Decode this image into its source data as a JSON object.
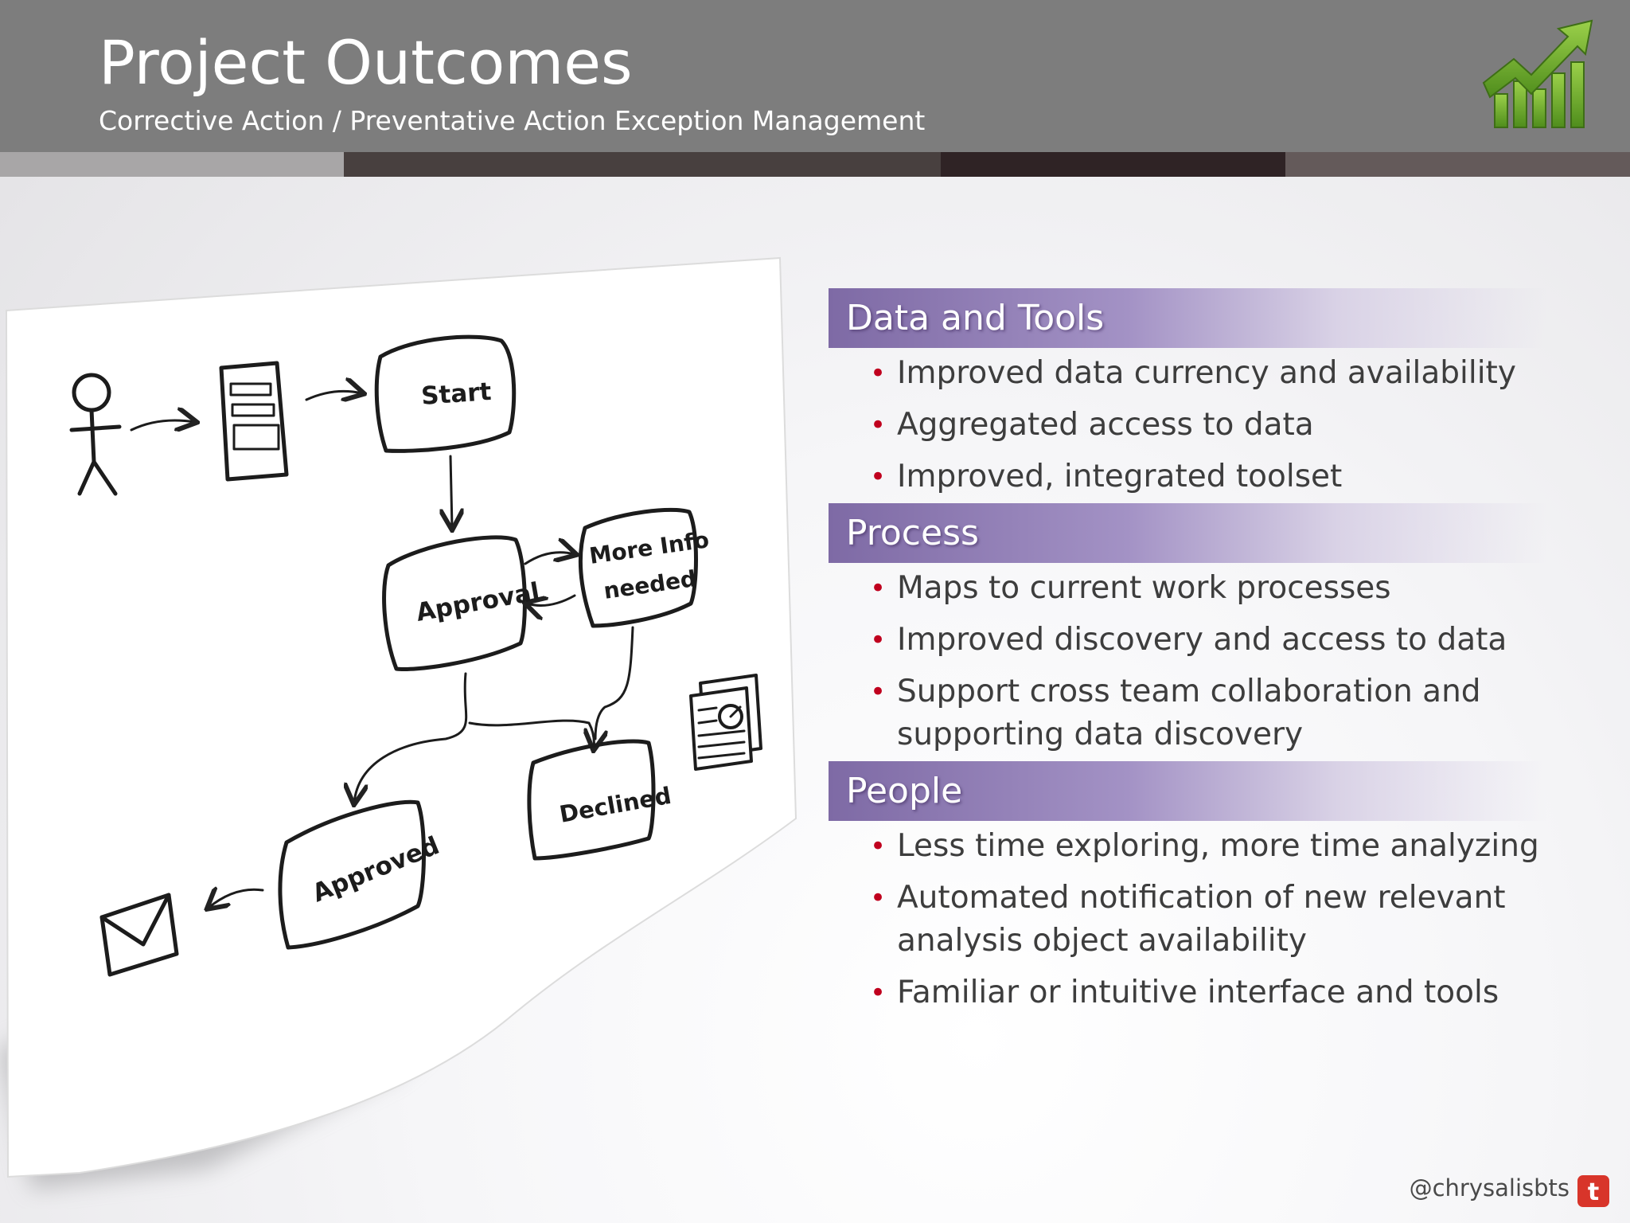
{
  "header": {
    "title": "Project Outcomes",
    "subtitle": "Corrective Action / Preventative Action Exception Management"
  },
  "colors": {
    "header_bg": "#7d7d7d",
    "stripe": [
      "#a8a6a7",
      "#48403f",
      "#2f2325",
      "#645a5a"
    ],
    "section_accent": "#7e6aa5",
    "bullet": "#c0001e",
    "logo_green": "#6fae2e"
  },
  "logo": {
    "icon": "growth-chart-arrow-icon"
  },
  "sketch": {
    "icons": [
      "stick-figure-icon",
      "form-icon",
      "document-chart-icon",
      "envelope-icon"
    ],
    "nodes": {
      "start": "Start",
      "approval": "Approval",
      "more_info_1": "More Info",
      "more_info_2": "needed",
      "declined": "Declined",
      "approved": "Approved"
    }
  },
  "sections": [
    {
      "heading": "Data and Tools",
      "items": [
        "Improved data currency and availability",
        "Aggregated access to data",
        "Improved, integrated toolset"
      ]
    },
    {
      "heading": "Process",
      "items": [
        "Maps to current work processes",
        "Improved discovery and access to data",
        "Support cross team collaboration and supporting data discovery"
      ]
    },
    {
      "heading": "People",
      "items": [
        "Less time exploring, more time analyzing",
        "Automated notification of new relevant analysis object availability",
        "Familiar or intuitive interface and tools"
      ]
    }
  ],
  "footer": {
    "handle": "@chrysalisbts",
    "icon": "tumblr-icon",
    "icon_letter": "t"
  }
}
